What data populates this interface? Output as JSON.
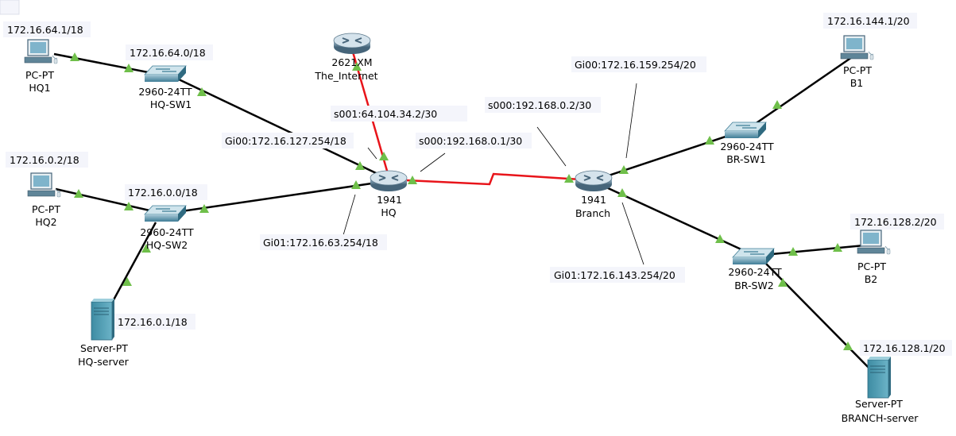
{
  "colors": {
    "link": "#000000",
    "serial_link": "#e8141a",
    "port_up": "#6fbf4a",
    "label_bg": "#f4f5fb"
  },
  "devices": {
    "hq1": {
      "type": "PC-PT",
      "name": "HQ1",
      "ip": "172.16.64.1/18",
      "icon": "pc-icon"
    },
    "hq2": {
      "type": "PC-PT",
      "name": "HQ2",
      "ip": "172.16.0.2/18",
      "icon": "pc-icon"
    },
    "hq_sw1": {
      "type": "2960-24TT",
      "name": "HQ-SW1",
      "ip": "172.16.64.0/18",
      "icon": "switch-icon"
    },
    "hq_sw2": {
      "type": "2960-24TT",
      "name": "HQ-SW2",
      "ip": "172.16.0.0/18",
      "icon": "switch-icon"
    },
    "hq_server": {
      "type": "Server-PT",
      "name": "HQ-server",
      "ip": "172.16.0.1/18",
      "icon": "server-icon"
    },
    "internet": {
      "type": "2621XM",
      "name": "The_Internet",
      "icon": "router-icon"
    },
    "hq": {
      "type": "1941",
      "name": "HQ",
      "icon": "router-icon"
    },
    "branch": {
      "type": "1941",
      "name": "Branch",
      "icon": "router-icon"
    },
    "br_sw1": {
      "type": "2960-24TT",
      "name": "BR-SW1",
      "icon": "switch-icon"
    },
    "br_sw2": {
      "type": "2960-24TT",
      "name": "BR-SW2",
      "icon": "switch-icon"
    },
    "b1": {
      "type": "PC-PT",
      "name": "B1",
      "ip": "172.16.144.1/20",
      "icon": "pc-icon"
    },
    "b2": {
      "type": "PC-PT",
      "name": "B2",
      "ip": "172.16.128.2/20",
      "icon": "pc-icon"
    },
    "br_server": {
      "type": "Server-PT",
      "name": "BRANCH-server",
      "ip": "172.16.128.1/20",
      "icon": "server-icon"
    }
  },
  "interfaces": {
    "hq_gi00": "Gi00:172.16.127.254/18",
    "hq_gi01": "Gi01:172.16.63.254/18",
    "hq_s001": "s001:64.104.34.2/30",
    "hq_s000": "s000:192.168.0.1/30",
    "branch_s000": "s000:192.168.0.2/30",
    "branch_gi00": "Gi00:172.16.159.254/20",
    "branch_gi01": "Gi01:172.16.143.254/20"
  }
}
